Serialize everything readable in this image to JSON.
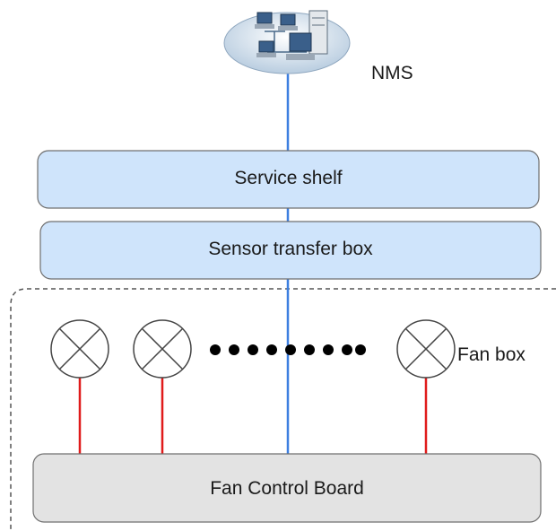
{
  "nms": {
    "label": "NMS"
  },
  "service_shelf": {
    "label": "Service shelf"
  },
  "sensor_transfer_box": {
    "label": "Sensor transfer box"
  },
  "fan_box": {
    "label": "Fan box"
  },
  "fan_control_board": {
    "label": "Fan Control Board"
  },
  "colors": {
    "shelf_fill": "#cfe4fb",
    "board_fill": "#e3e3e3",
    "network_line": "#3d7fe0",
    "fan_line": "#e01b1b",
    "cloud_fill": "#c8d7e6"
  }
}
